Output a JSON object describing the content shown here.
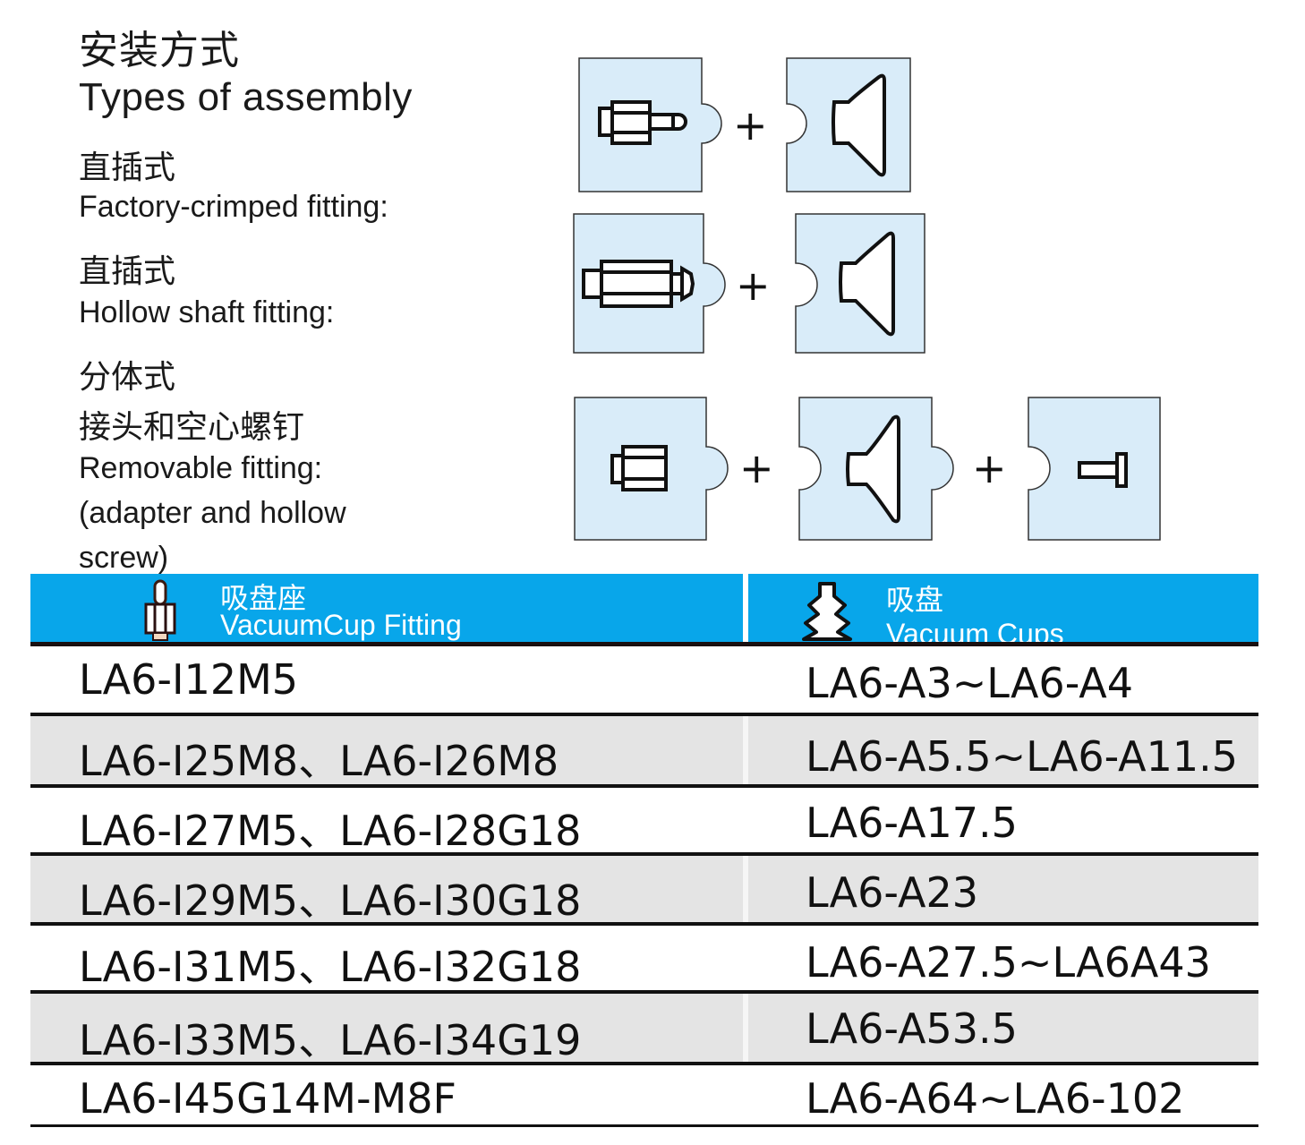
{
  "heading": {
    "title_cn": "安装方式",
    "title_en": "Types of assembly"
  },
  "assembly_types": [
    {
      "label_cn": "直插式",
      "label_en": "Factory-crimped fitting:",
      "components": [
        "crimped-fitting-icon",
        "vacuum-cup-icon"
      ],
      "operator": "+"
    },
    {
      "label_cn": "直插式",
      "label_en": "Hollow shaft fitting:",
      "components": [
        "hollow-shaft-fitting-icon",
        "vacuum-cup-icon"
      ],
      "operator": "+"
    },
    {
      "label_cn": "分体式",
      "label_cn_2": "接头和空心螺钉",
      "label_en": "Removable fitting:",
      "label_en_2": "(adapter and hollow",
      "label_en_3": "screw)",
      "components": [
        "adapter-icon",
        "vacuum-cup-icon",
        "hollow-screw-icon"
      ],
      "operator": "+"
    }
  ],
  "table": {
    "header_color": "#08a6ea",
    "columns": [
      {
        "icon": "fitting-icon",
        "title_cn": "吸盘座",
        "title_en": "VacuumCup  Fitting"
      },
      {
        "icon": "bellows-cup-icon",
        "title_cn": "吸盘",
        "title_en": "Vacuum Cups"
      }
    ],
    "rows": [
      {
        "fitting": "LA6-I12M5",
        "cups": "LA6-A3~LA6-A4"
      },
      {
        "fitting": "LA6-I25M8、LA6-I26M8",
        "cups": "LA6-A5.5~LA6-A11.5"
      },
      {
        "fitting": "LA6-I27M5、LA6-I28G18",
        "cups": "LA6-A17.5"
      },
      {
        "fitting": "LA6-I29M5、LA6-I30G18",
        "cups": "LA6-A23"
      },
      {
        "fitting": "LA6-I31M5、LA6-I32G18",
        "cups": "LA6-A27.5~LA6A43"
      },
      {
        "fitting": "LA6-I33M5、LA6-I34G19",
        "cups": "LA6-A53.5"
      },
      {
        "fitting": "LA6-I45G14M-M8F",
        "cups": "LA6-A64~LA6-102"
      }
    ]
  }
}
